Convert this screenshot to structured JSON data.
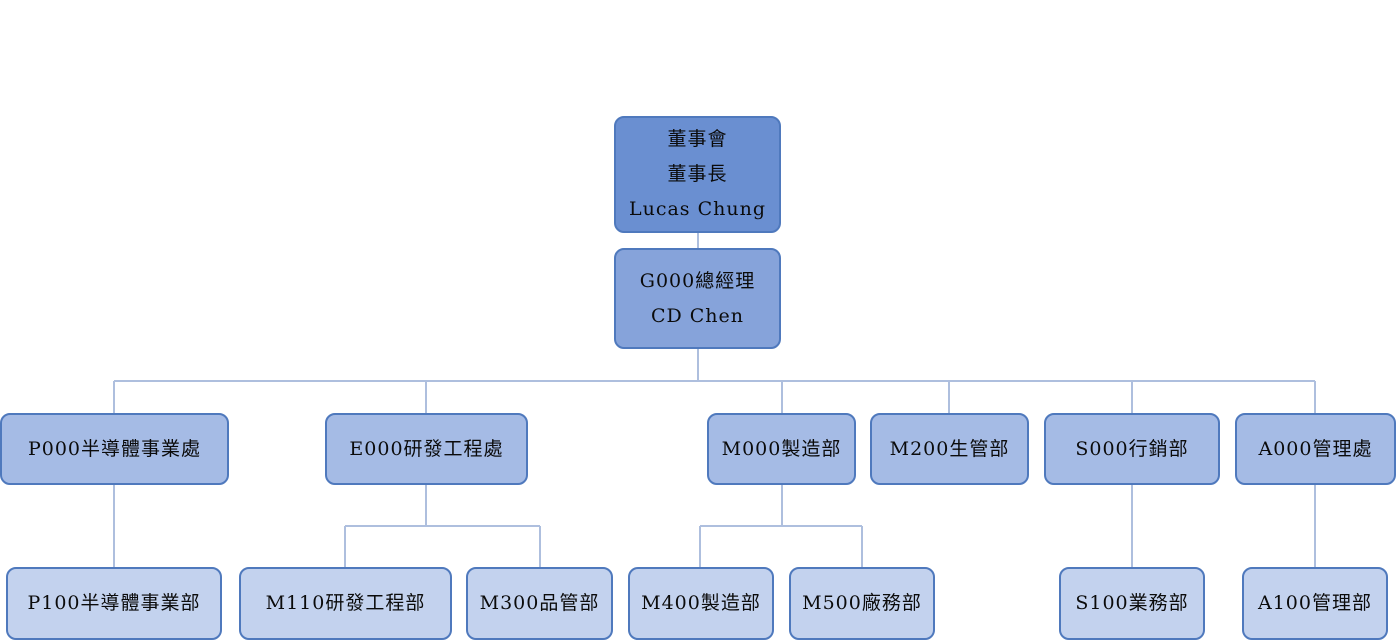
{
  "org_chart": {
    "board": {
      "title": "董事會",
      "role": "董事長",
      "name": "Lucas Chung"
    },
    "gm": {
      "title": "G000總經理",
      "name": "CD Chen"
    },
    "divisions": [
      {
        "label": "P000半導體事業處"
      },
      {
        "label": "E000研發工程處"
      },
      {
        "label": "M000製造部"
      },
      {
        "label": "M200生管部"
      },
      {
        "label": "S000行銷部"
      },
      {
        "label": "A000管理處"
      }
    ],
    "sub_units": [
      {
        "label": "P100半導體事業部"
      },
      {
        "label": "M110研發工程部"
      },
      {
        "label": "M300品管部"
      },
      {
        "label": "M400製造部"
      },
      {
        "label": "M500廠務部"
      },
      {
        "label": "S100業務部"
      },
      {
        "label": "A100管理部"
      }
    ],
    "colors": {
      "level_0": "#6a8fd1",
      "level_1": "#86a3da",
      "level_2": "#a5bbe5",
      "level_3": "#c3d2ee",
      "border": "#4f79bd",
      "connector": "#aebfde"
    }
  }
}
